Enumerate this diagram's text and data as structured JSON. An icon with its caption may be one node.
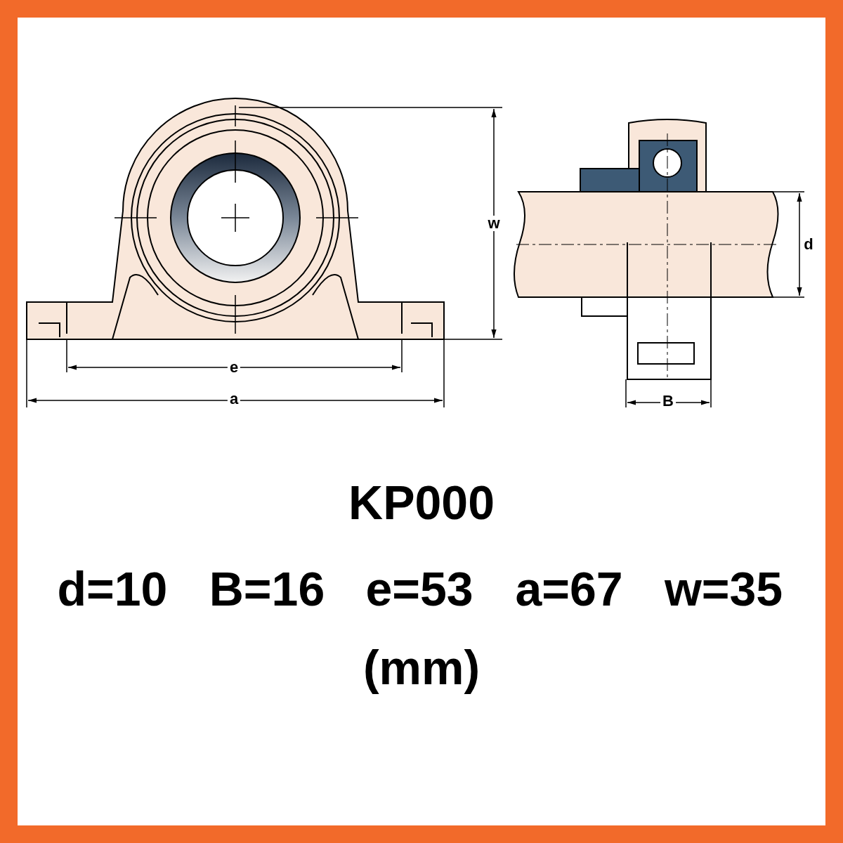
{
  "diagram": {
    "title": "KP000",
    "labels": [
      "w",
      "d",
      "e",
      "a",
      "B",
      "d=10",
      "B=16",
      "e=53",
      "a=67",
      "w=35",
      "(mm)"
    ]
  }
}
